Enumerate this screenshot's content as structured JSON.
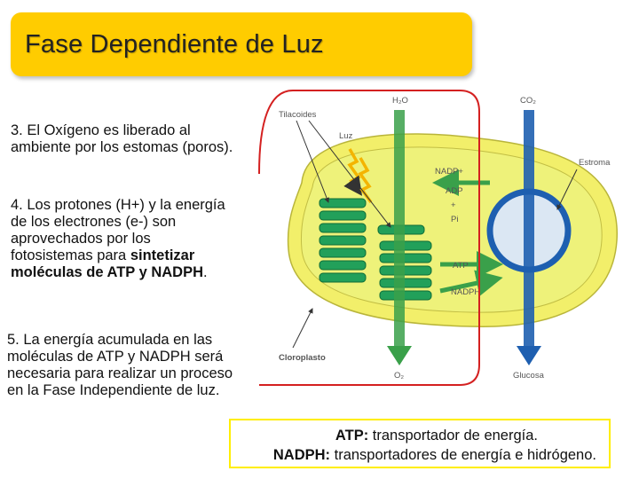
{
  "slide": {
    "title": "Fase Dependiente de Luz"
  },
  "paragraphs": {
    "p3_line1": "3. El Oxígeno es liberado al",
    "p3_line2": "ambiente por los estomas (poros).",
    "p4_line1": "4. Los protones (H+) y la energía",
    "p4_line2": "de los electrones (e-) son",
    "p4_line3": "aprovechados por los",
    "p4_line4_plain": "fotosistemas para ",
    "p4_line4_bold": "sintetizar",
    "p4_line5_bold": "moléculas de ATP y NADPH",
    "p4_line5_end": ".",
    "p5_line1": "5. La energía acumulada en las",
    "p5_line2": "moléculas de ATP y NADPH será",
    "p5_line3": "necesaria para realizar un proceso",
    "p5_line4": "en la Fase Independiente de luz."
  },
  "legend": {
    "atp_term": "ATP:",
    "atp_def": " transportador de energía.",
    "nadph_term": "NADPH:",
    "nadph_def": " transportadores de energía e hidrógeno."
  },
  "diagram": {
    "h2o": "H₂O",
    "co2": "CO₂",
    "tilacoides": "Tilacoides",
    "luz": "Luz",
    "estroma": "Estroma",
    "nadp": "NADP+",
    "adp": "ADP",
    "plus": "+",
    "pi": "Pi",
    "atp": "ATP",
    "nadph": "NADPH",
    "cloroplasto": "Cloroplasto",
    "o2": "O₂",
    "glucosa": "Glucosa"
  },
  "colors": {
    "title_bg": "#ffcc00",
    "highlight_border": "#d42020",
    "legend_border": "#ffee00",
    "chloroplast_outer": "#f2ef6a",
    "chloroplast_inner": "#eef27a",
    "thylakoid": "#22a05a",
    "arrow_green": "#3aa04a",
    "arrow_blue": "#1e5fb0",
    "calvin_ring": "#1e5fb0"
  }
}
